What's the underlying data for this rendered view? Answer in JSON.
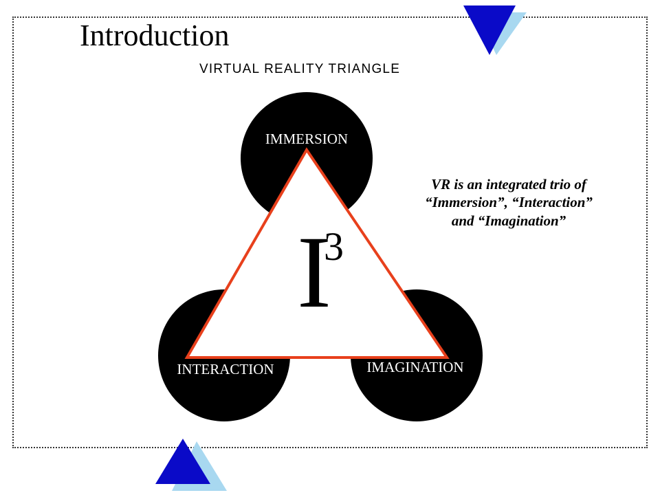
{
  "slide": {
    "title": "Introduction",
    "subtitle": "VIRTUAL REALITY TRIANGLE",
    "caption_lines": [
      "VR is an integrated trio of",
      "“Immersion”, “Interaction”",
      "and “Imagination”"
    ]
  },
  "diagram": {
    "nodes": [
      {
        "id": "immersion",
        "label": "IMMERSION"
      },
      {
        "id": "interaction",
        "label": "INTERACTION"
      },
      {
        "id": "imagination",
        "label": "IMAGINATION"
      }
    ],
    "center_symbol": "I",
    "center_superscript": "3"
  },
  "colors": {
    "circle_fill": "#000000",
    "triangle_stroke": "#e8401c",
    "decor_primary": "#0a0ac8",
    "decor_shadow": "#a8d8f0"
  },
  "icons": [
    "triangle-down-decoration-icon",
    "triangle-up-decoration-icon"
  ]
}
